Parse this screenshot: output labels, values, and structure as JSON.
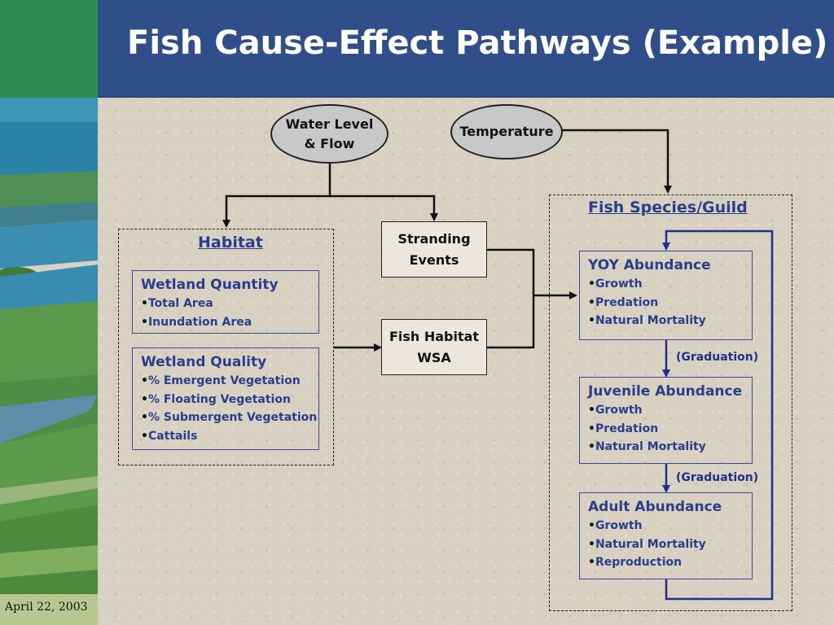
{
  "slide": {
    "title": "Fish Cause-Effect Pathways (Example)",
    "footer_date": "April 22, 2003"
  },
  "drivers": {
    "water_level": "Water Level\n& Flow",
    "temperature": "Temperature"
  },
  "intermediate": {
    "stranding": "Stranding\nEvents",
    "fish_habitat": "Fish Habitat\nWSA"
  },
  "habitat": {
    "title": "Habitat",
    "wetland_quantity": {
      "title": "Wetland Quantity",
      "items": [
        "Total Area",
        "Inundation Area"
      ]
    },
    "wetland_quality": {
      "title": "Wetland Quality",
      "items": [
        "% Emergent Vegetation",
        "% Floating Vegetation",
        "% Submergent Vegetation",
        "Cattails"
      ]
    }
  },
  "fish": {
    "title": "Fish Species/Guild",
    "yoy": {
      "title": "YOY Abundance",
      "items": [
        "Growth",
        "Predation",
        "Natural Mortality"
      ]
    },
    "juvenile": {
      "title": "Juvenile Abundance",
      "items": [
        "Growth",
        "Predation",
        "Natural Mortality"
      ]
    },
    "adult": {
      "title": "Adult Abundance",
      "items": [
        "Growth",
        "Natural Mortality",
        "Reproduction"
      ]
    },
    "graduation_1": "(Graduation)",
    "graduation_2": "(Graduation)"
  },
  "colors": {
    "title_bar": "#2f4e8a",
    "accent_text": "#2a3e8c",
    "loop_arrow": "#1f2f8a"
  }
}
